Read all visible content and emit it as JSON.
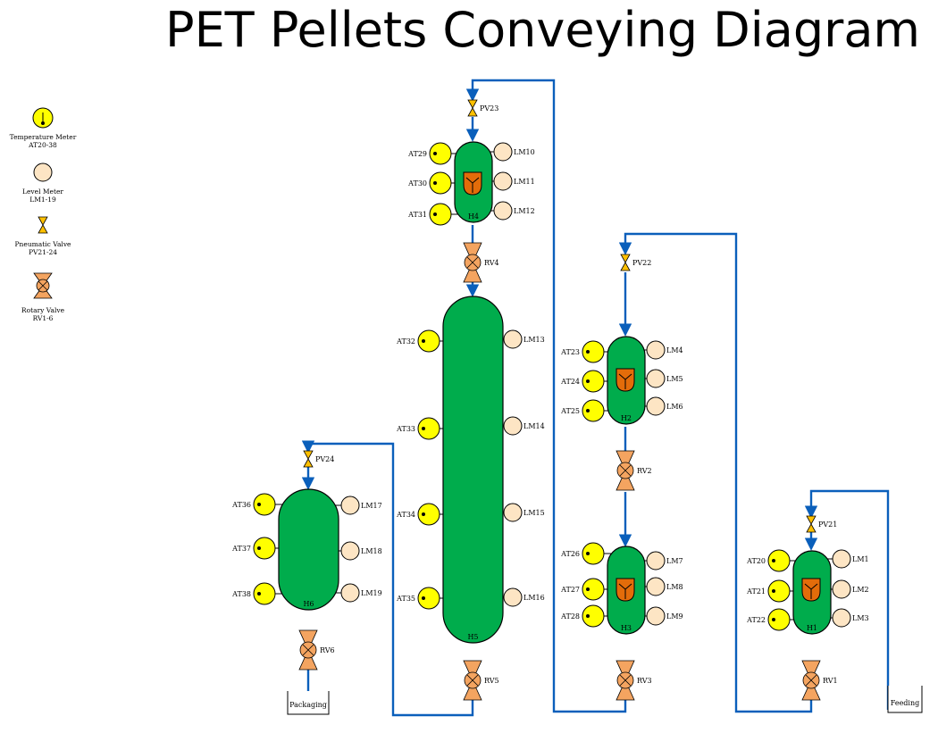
{
  "title": "PET Pellets Conveying Diagram",
  "legend": [
    {
      "name": "Temperature Meter",
      "range": "AT20-38"
    },
    {
      "name": "Level Meter",
      "range": "LM1-19"
    },
    {
      "name": "Pneumatic Valve",
      "range": "PV21-24"
    },
    {
      "name": "Rotary Valve",
      "range": "RV1-6"
    }
  ],
  "colors": {
    "hopper": "#00ac4c",
    "temp_meter": "#ffff00",
    "level_meter": "#fde5c4",
    "pneumatic_valve": "#ffc000",
    "rotary_valve": "#f4a460",
    "filter": "#e36c0a",
    "pipe": "#0a5fbb"
  },
  "hoppers": [
    {
      "id": "H1",
      "label": "H1",
      "has_filter": true
    },
    {
      "id": "H2",
      "label": "H2",
      "has_filter": true
    },
    {
      "id": "H3",
      "label": "H3",
      "has_filter": true
    },
    {
      "id": "H4",
      "label": "H4",
      "has_filter": true
    },
    {
      "id": "H5",
      "label": "H5",
      "has_filter": false
    },
    {
      "id": "H6",
      "label": "H6",
      "has_filter": false
    }
  ],
  "temp_meters": [
    {
      "label": "AT20",
      "hopper": "H1"
    },
    {
      "label": "AT21",
      "hopper": "H1"
    },
    {
      "label": "AT22",
      "hopper": "H1"
    },
    {
      "label": "AT23",
      "hopper": "H2"
    },
    {
      "label": "AT24",
      "hopper": "H2"
    },
    {
      "label": "AT25",
      "hopper": "H2"
    },
    {
      "label": "AT26",
      "hopper": "H3"
    },
    {
      "label": "AT27",
      "hopper": "H3"
    },
    {
      "label": "AT28",
      "hopper": "H3"
    },
    {
      "label": "AT29",
      "hopper": "H4"
    },
    {
      "label": "AT30",
      "hopper": "H4"
    },
    {
      "label": "AT31",
      "hopper": "H4"
    },
    {
      "label": "AT32",
      "hopper": "H5"
    },
    {
      "label": "AT33",
      "hopper": "H5"
    },
    {
      "label": "AT34",
      "hopper": "H5"
    },
    {
      "label": "AT35",
      "hopper": "H5"
    },
    {
      "label": "AT36",
      "hopper": "H6"
    },
    {
      "label": "AT37",
      "hopper": "H6"
    },
    {
      "label": "AT38",
      "hopper": "H6"
    }
  ],
  "level_meters": [
    {
      "label": "LM1",
      "hopper": "H1"
    },
    {
      "label": "LM2",
      "hopper": "H1"
    },
    {
      "label": "LM3",
      "hopper": "H1"
    },
    {
      "label": "LM4",
      "hopper": "H2"
    },
    {
      "label": "LM5",
      "hopper": "H2"
    },
    {
      "label": "LM6",
      "hopper": "H2"
    },
    {
      "label": "LM7",
      "hopper": "H3"
    },
    {
      "label": "LM8",
      "hopper": "H3"
    },
    {
      "label": "LM9",
      "hopper": "H3"
    },
    {
      "label": "LM10",
      "hopper": "H4"
    },
    {
      "label": "LM11",
      "hopper": "H4"
    },
    {
      "label": "LM12",
      "hopper": "H4"
    },
    {
      "label": "LM13",
      "hopper": "H5"
    },
    {
      "label": "LM14",
      "hopper": "H5"
    },
    {
      "label": "LM15",
      "hopper": "H5"
    },
    {
      "label": "LM16",
      "hopper": "H5"
    },
    {
      "label": "LM17",
      "hopper": "H6"
    },
    {
      "label": "LM18",
      "hopper": "H6"
    },
    {
      "label": "LM19",
      "hopper": "H6"
    }
  ],
  "valves": [
    {
      "label": "PV21",
      "type": "pneumatic"
    },
    {
      "label": "PV22",
      "type": "pneumatic"
    },
    {
      "label": "PV23",
      "type": "pneumatic"
    },
    {
      "label": "PV24",
      "type": "pneumatic"
    },
    {
      "label": "RV1",
      "type": "rotary"
    },
    {
      "label": "RV2",
      "type": "rotary"
    },
    {
      "label": "RV3",
      "type": "rotary"
    },
    {
      "label": "RV4",
      "type": "rotary"
    },
    {
      "label": "RV5",
      "type": "rotary"
    },
    {
      "label": "RV6",
      "type": "rotary"
    }
  ],
  "endpoints": [
    {
      "label": "Feeding"
    },
    {
      "label": "Packaging"
    }
  ]
}
